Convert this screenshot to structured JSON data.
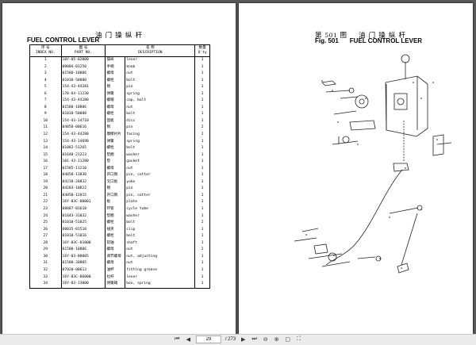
{
  "left_page": {
    "title_cn": "油 门 操 纵 杆",
    "title_en": "FUEL CONTROL LEVER",
    "headers": {
      "index_cn": "序 号",
      "index_en": "INDEX NO.",
      "part_cn": "图 号",
      "part_en": "PART NO.",
      "name_cn": "名 称",
      "desc_en": "DESCRIPTION",
      "qty_cn": "数量",
      "qty_en": "Q'ty"
    },
    "rows": [
      [
        "1",
        "10Y-05-02000",
        "操纵",
        "lever",
        "1"
      ],
      [
        "2",
        "08004-01250",
        "手柄",
        "knob",
        "1"
      ],
      [
        "3",
        "01580-10806",
        "螺母",
        "nut",
        "1"
      ],
      [
        "4",
        "01010-50880",
        "螺栓",
        "bolt",
        "1"
      ],
      [
        "5",
        "154-43-44281",
        "销",
        "pin",
        "1"
      ],
      [
        "6",
        "170-64-11230",
        "弹簧",
        "spring",
        "1"
      ],
      [
        "7",
        "154-43-44280",
        "螺帽",
        "cap, bolt",
        "1"
      ],
      [
        "8",
        "01580-10806",
        "螺母",
        "nut",
        "1"
      ],
      [
        "9",
        "01010-50880",
        "螺栓",
        "bolt",
        "1"
      ],
      [
        "10",
        "154-43-14710",
        "固板",
        "disc",
        "1"
      ],
      [
        "11",
        "04050-00616",
        "销",
        "pin",
        "2"
      ],
      [
        "12",
        "154-43-44280",
        "摩擦衬片",
        "facing",
        "2"
      ],
      [
        "13",
        "154-43-14690",
        "弹簧",
        "spring",
        "1"
      ],
      [
        "14",
        "01082-51265",
        "螺栓",
        "bolt",
        "1"
      ],
      [
        "15",
        "01640-21223",
        "垫圈",
        "washer",
        "1"
      ],
      [
        "16",
        "101-43-11280",
        "垫",
        "gasket",
        "1"
      ],
      [
        "17",
        "01585-11210",
        "螺母",
        "nut",
        "1"
      ],
      [
        "18",
        "04050-13030",
        "开口销",
        "pin, cotter",
        "1"
      ],
      [
        "19",
        "04210-20832",
        "叉口板",
        "yoke",
        "1"
      ],
      [
        "20",
        "04203-10822",
        "销",
        "pin",
        "1"
      ],
      [
        "21",
        "04050-12015",
        "开口销",
        "pin, cotter",
        "1"
      ],
      [
        "22",
        "16Y-03C-00001",
        "板",
        "plate",
        "1"
      ],
      [
        "23",
        "08887-01610",
        "环管",
        "cycle tube",
        "1"
      ],
      [
        "24",
        "01643-31032",
        "垫圈",
        "washer",
        "1"
      ],
      [
        "25",
        "01010-51025",
        "螺栓",
        "bolt",
        "2"
      ],
      [
        "26",
        "08035-01510",
        "线夹",
        "clip",
        "1"
      ],
      [
        "27",
        "01010-51016",
        "螺栓",
        "bolt",
        "1"
      ],
      [
        "28",
        "16Y-03C-01000",
        "软轴",
        "shaft",
        "1"
      ],
      [
        "29",
        "01580-10806",
        "螺母",
        "nut",
        "2"
      ],
      [
        "30",
        "16Y-03-00005",
        "调节螺母",
        "nut, adjusting",
        "1"
      ],
      [
        "31",
        "01580-20805",
        "螺母",
        "nut",
        "1"
      ],
      [
        "32",
        "07020-00613",
        "油杯",
        "fitting grease",
        "1"
      ],
      [
        "33",
        "16Y-03C-06000",
        "拉杆",
        "lever",
        "1"
      ],
      [
        "34",
        "16Y-03-13000",
        "弹簧箱",
        "box, spring",
        "1"
      ]
    ]
  },
  "right_page": {
    "fig_no_cn": "第 501 图",
    "fig_title_cn": "油 门 操 纵 杆",
    "fig_no_en": "Fig. 501",
    "fig_title_en": "FUEL CONTROL LEVER"
  },
  "toolbar": {
    "current_page": "29",
    "total_pages": "/ 273"
  }
}
